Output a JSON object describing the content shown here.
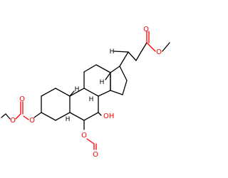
{
  "diagram": {
    "type": "chemical-structure",
    "atom_labels": {
      "o_ester_methyl": "O",
      "o_ester_carbonyl": "O",
      "o_carbonate_ring": "O",
      "o_carbonate_ethyl": "O",
      "o_carbonate_carbonyl": "O",
      "oh": "OH",
      "o_formyl_ring": "O",
      "o_formyl_carbonyl": "O",
      "h_c9": "H",
      "h_c8": "H",
      "h_c14": "H",
      "h_c5": "H",
      "h_c20": "H"
    },
    "colors": {
      "bond": "#000000",
      "oxygen": "#ff0000",
      "background": "#ffffff"
    }
  }
}
